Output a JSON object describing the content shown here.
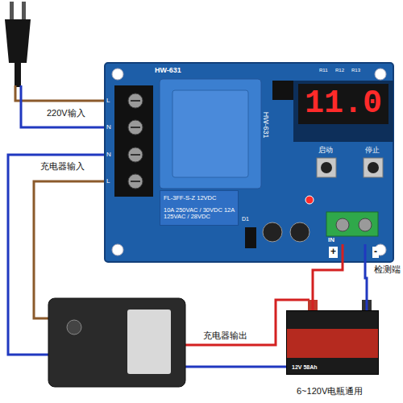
{
  "diagram": {
    "nodes": [
      {
        "text": [
          "HW-631"
        ]
      },
      {
        "text": [
          "11.0"
        ],
        "in": 0
      },
      {
        "text": [
          "FL-3FF-S-Z 12VDC",
          "10A 250VAC / 30VDC 12A 125VAC / 28VDC"
        ],
        "in": 0
      },
      {
        "text": [
          "IN"
        ],
        "in": 0
      },
      {
        "text": [
          "12V 58Ah"
        ]
      }
    ],
    "edges": [
      {
        "from": 4,
        "to": 3,
        "label": "+",
        "arrow": "none"
      },
      {
        "from": 4,
        "to": 3,
        "label": "-",
        "arrow": "none"
      }
    ],
    "labels": [
      "220V输入",
      "充电器输入",
      "充电器输出",
      "检测端",
      "6~120V电瓶通用",
      "启动",
      "停止",
      "HW-631",
      "L",
      "N",
      "N",
      "L",
      "R11",
      "R12",
      "R13",
      "D1"
    ]
  }
}
